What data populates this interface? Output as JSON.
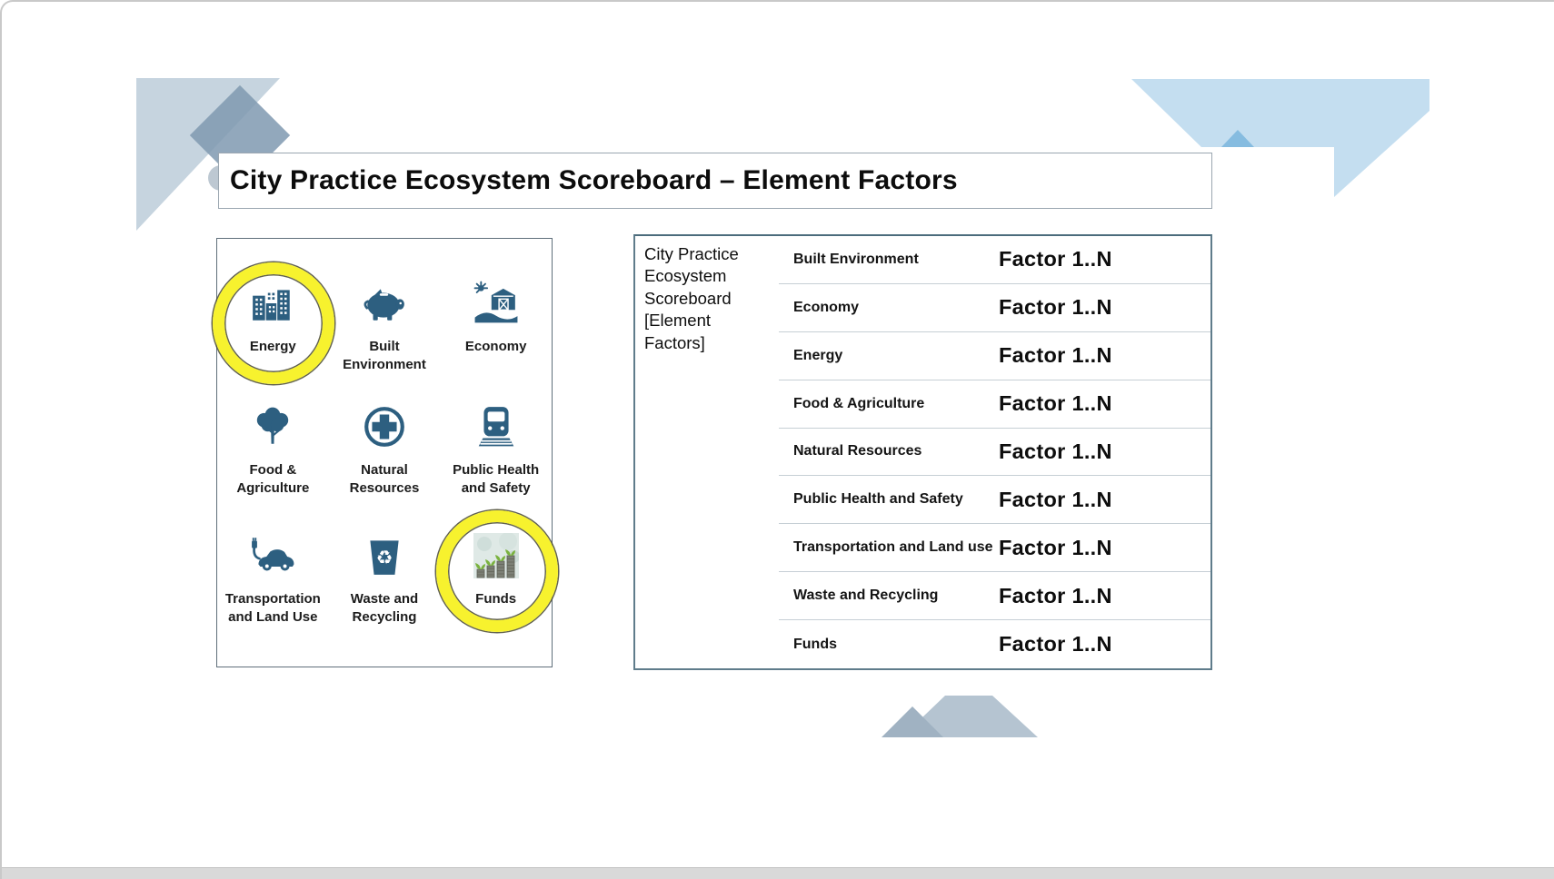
{
  "title": "City Practice Ecosystem Scoreboard – Element Factors",
  "panel": {
    "items": [
      {
        "label": "Energy",
        "icon": "city-buildings-icon",
        "highlighted": true
      },
      {
        "label": "Built Environment",
        "icon": "piggy-bank-icon",
        "highlighted": false
      },
      {
        "label": "Economy",
        "icon": "farm-barn-sun-icon",
        "highlighted": false
      },
      {
        "label": "Food & Agriculture",
        "icon": "tree-icon",
        "highlighted": false
      },
      {
        "label": "Natural Resources",
        "icon": "medical-cross-circle-icon",
        "highlighted": false
      },
      {
        "label": "Public Health and Safety",
        "icon": "train-icon",
        "highlighted": false
      },
      {
        "label": "Transportation and Land Use",
        "icon": "electric-car-icon",
        "highlighted": false
      },
      {
        "label": "Waste and Recycling",
        "icon": "recycle-bin-icon",
        "highlighted": false
      },
      {
        "label": "Funds",
        "icon": "coins-sprout-photo",
        "highlighted": true
      }
    ]
  },
  "table": {
    "header": "City Practice Ecosystem Scoreboard [Element Factors]",
    "rows": [
      {
        "element": "Built Environment",
        "factor": "Factor 1..N"
      },
      {
        "element": "Economy",
        "factor": "Factor 1..N"
      },
      {
        "element": "Energy",
        "factor": "Factor 1..N"
      },
      {
        "element": "Food & Agriculture",
        "factor": "Factor 1..N"
      },
      {
        "element": "Natural Resources",
        "factor": "Factor 1..N"
      },
      {
        "element": "Public Health and Safety",
        "factor": "Factor 1..N"
      },
      {
        "element": "Transportation and Land use",
        "factor": "Factor 1..N"
      },
      {
        "element": "Waste and Recycling",
        "factor": "Factor 1..N"
      },
      {
        "element": "Funds",
        "factor": "Factor 1..N"
      }
    ]
  },
  "colors": {
    "icon_blue": "#2d5f80",
    "highlight_yellow": "#f7f22e",
    "deco_blue_gray_light": "#c6d4df",
    "deco_blue_gray_dark": "#9db3c5",
    "deco_sky_blue": "#c4def0",
    "deco_sky_blue_dark": "#86bce0",
    "table_border": "#5f7c8b",
    "row_divider": "#c6cfd5"
  }
}
